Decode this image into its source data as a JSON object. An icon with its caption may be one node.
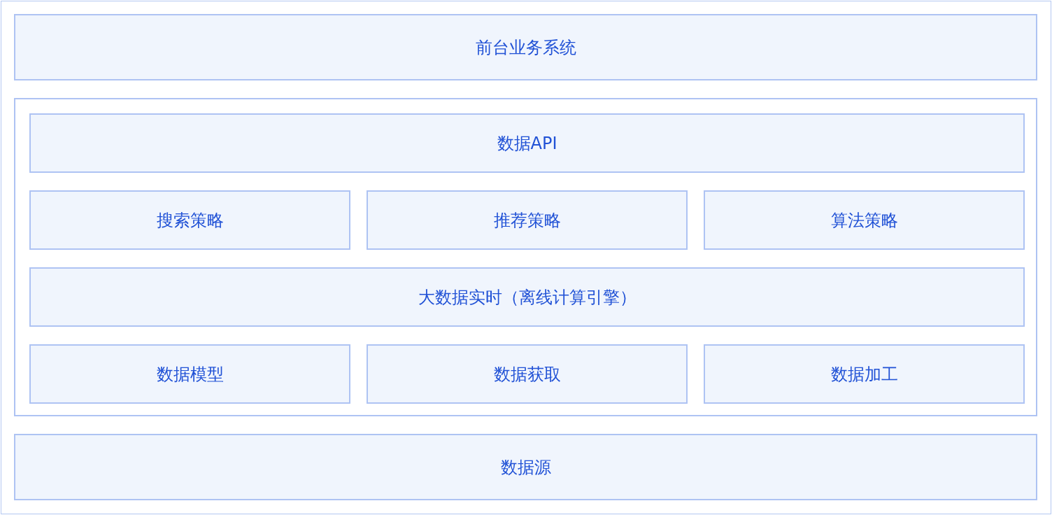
{
  "diagram": {
    "nodes": [
      {
        "text": [
          "前台业务系统"
        ]
      },
      {
        "text": [],
        "shape": "box"
      },
      {
        "text": [
          "数据API"
        ],
        "in": 1
      },
      {
        "text": [
          "搜索策略"
        ],
        "in": 1
      },
      {
        "text": [
          "推荐策略"
        ],
        "in": 1
      },
      {
        "text": [
          "算法策略"
        ],
        "in": 1
      },
      {
        "text": [
          "大数据实时（离线计算引擎）"
        ],
        "in": 1
      },
      {
        "text": [
          "数据模型"
        ],
        "in": 1
      },
      {
        "text": [
          "数据获取"
        ],
        "in": 1
      },
      {
        "text": [
          "数据加工"
        ],
        "in": 1
      },
      {
        "text": [
          "数据源"
        ]
      }
    ],
    "edges": []
  }
}
